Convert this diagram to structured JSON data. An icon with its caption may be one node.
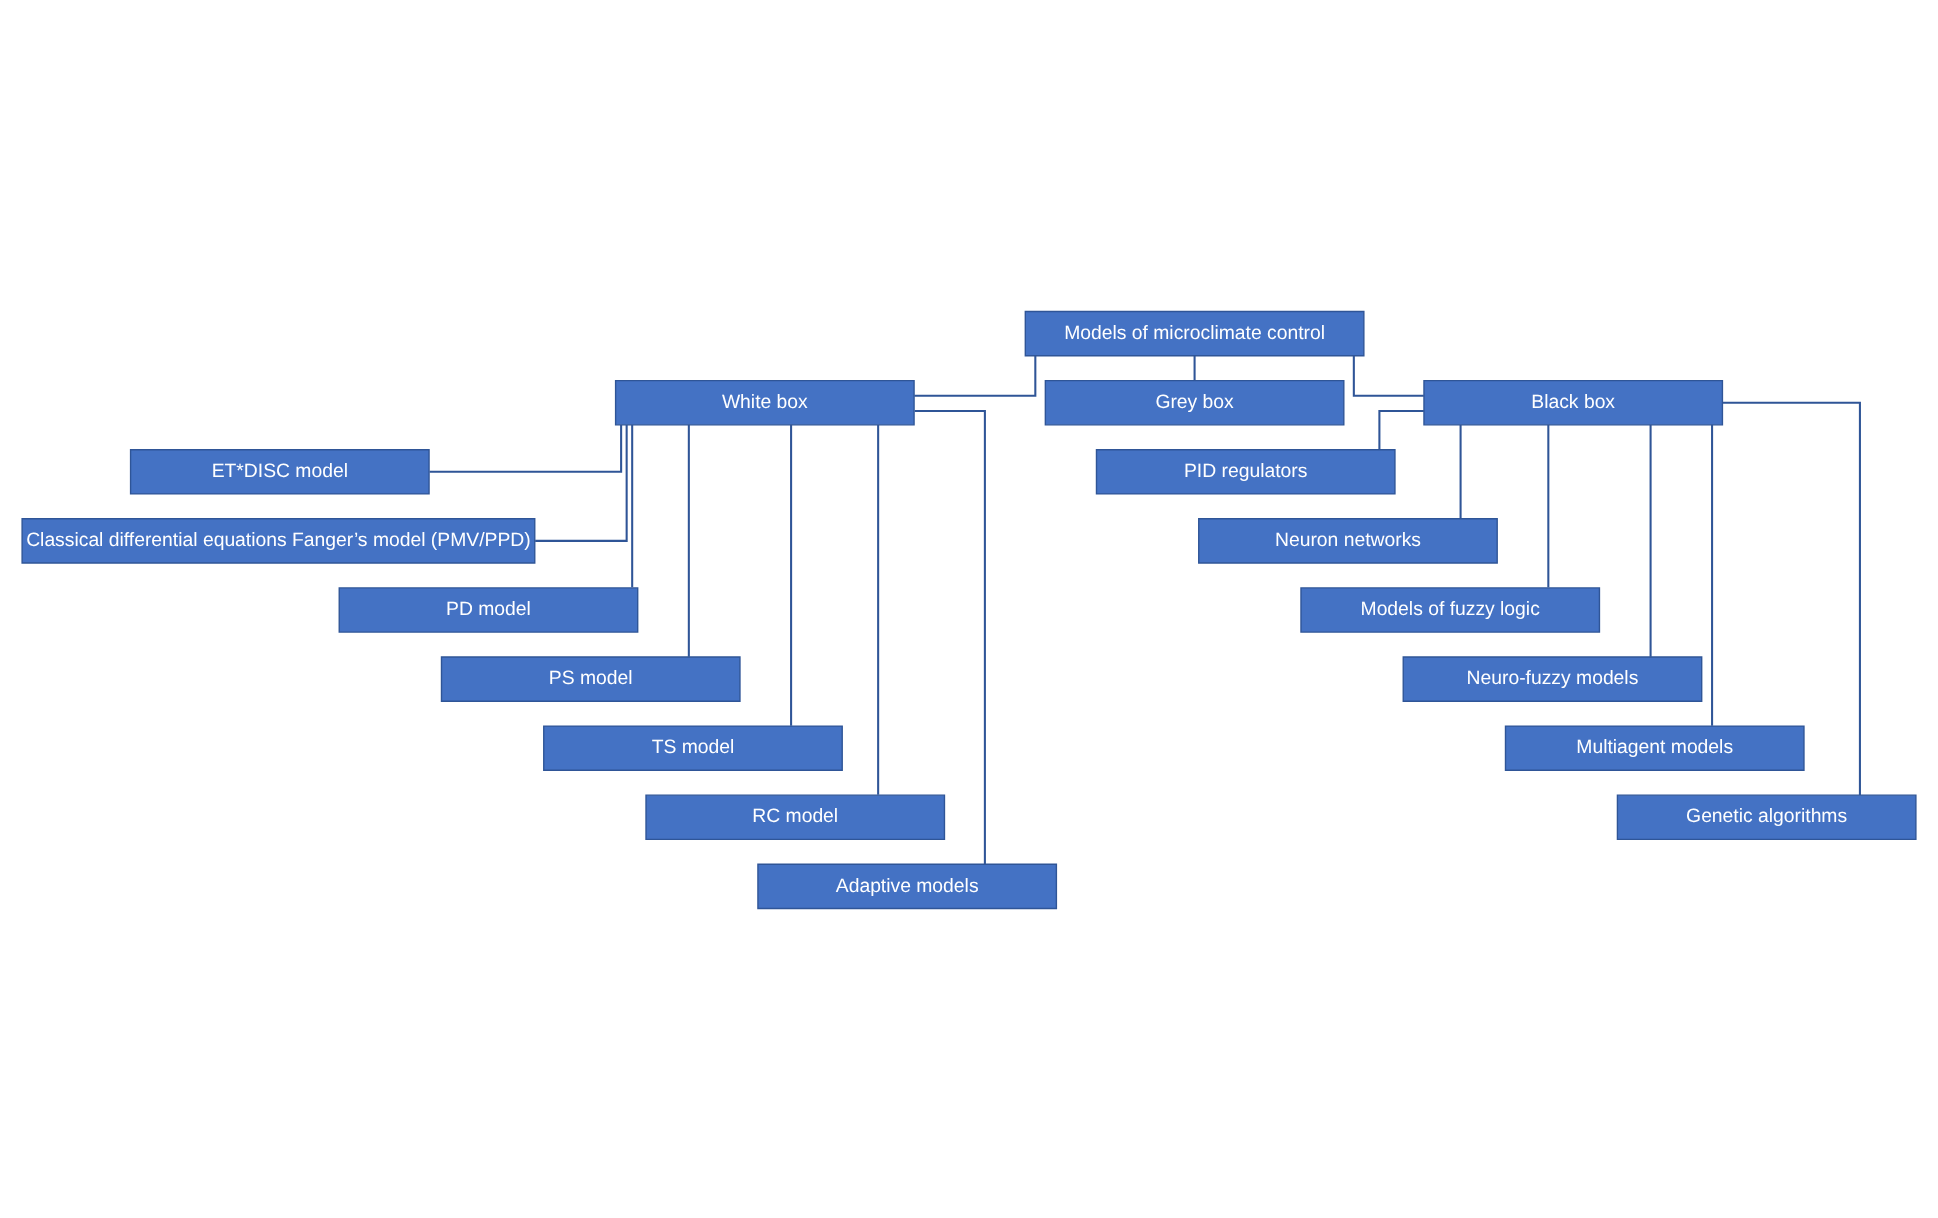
{
  "diagram": {
    "nodes": [
      {
        "text": [
          "Models of microclimate control"
        ]
      },
      {
        "text": [
          "White box"
        ]
      },
      {
        "text": [
          "Grey box"
        ]
      },
      {
        "text": [
          "Black box"
        ]
      },
      {
        "text": [
          "ET*DISC model"
        ]
      },
      {
        "text": [
          "Classical differential equations Fanger’s model (PMV/PPD)"
        ]
      },
      {
        "text": [
          "PD model"
        ]
      },
      {
        "text": [
          "PS model"
        ]
      },
      {
        "text": [
          "TS model"
        ]
      },
      {
        "text": [
          "RC model"
        ]
      },
      {
        "text": [
          "Adaptive models"
        ]
      },
      {
        "text": [
          "PID regulators"
        ]
      },
      {
        "text": [
          "Neuron networks"
        ]
      },
      {
        "text": [
          "Models of fuzzy logic"
        ]
      },
      {
        "text": [
          "Neuro-fuzzy models"
        ]
      },
      {
        "text": [
          "Multiagent models"
        ]
      },
      {
        "text": [
          "Genetic algorithms"
        ]
      }
    ],
    "edges": [
      {
        "from": 0,
        "to": 1,
        "arrow": "none"
      },
      {
        "from": 0,
        "to": 2,
        "arrow": "none"
      },
      {
        "from": 0,
        "to": 3,
        "arrow": "none"
      },
      {
        "from": 1,
        "to": 4,
        "arrow": "none"
      },
      {
        "from": 1,
        "to": 5,
        "arrow": "none"
      },
      {
        "from": 1,
        "to": 6,
        "arrow": "none"
      },
      {
        "from": 1,
        "to": 7,
        "arrow": "none"
      },
      {
        "from": 1,
        "to": 8,
        "arrow": "none"
      },
      {
        "from": 1,
        "to": 9,
        "arrow": "none"
      },
      {
        "from": 1,
        "to": 10,
        "arrow": "none"
      },
      {
        "from": 3,
        "to": 11,
        "arrow": "none"
      },
      {
        "from": 3,
        "to": 12,
        "arrow": "none"
      },
      {
        "from": 3,
        "to": 13,
        "arrow": "none"
      },
      {
        "from": 3,
        "to": 14,
        "arrow": "none"
      },
      {
        "from": 3,
        "to": 15,
        "arrow": "none"
      },
      {
        "from": 3,
        "to": 16,
        "arrow": "none"
      }
    ]
  }
}
